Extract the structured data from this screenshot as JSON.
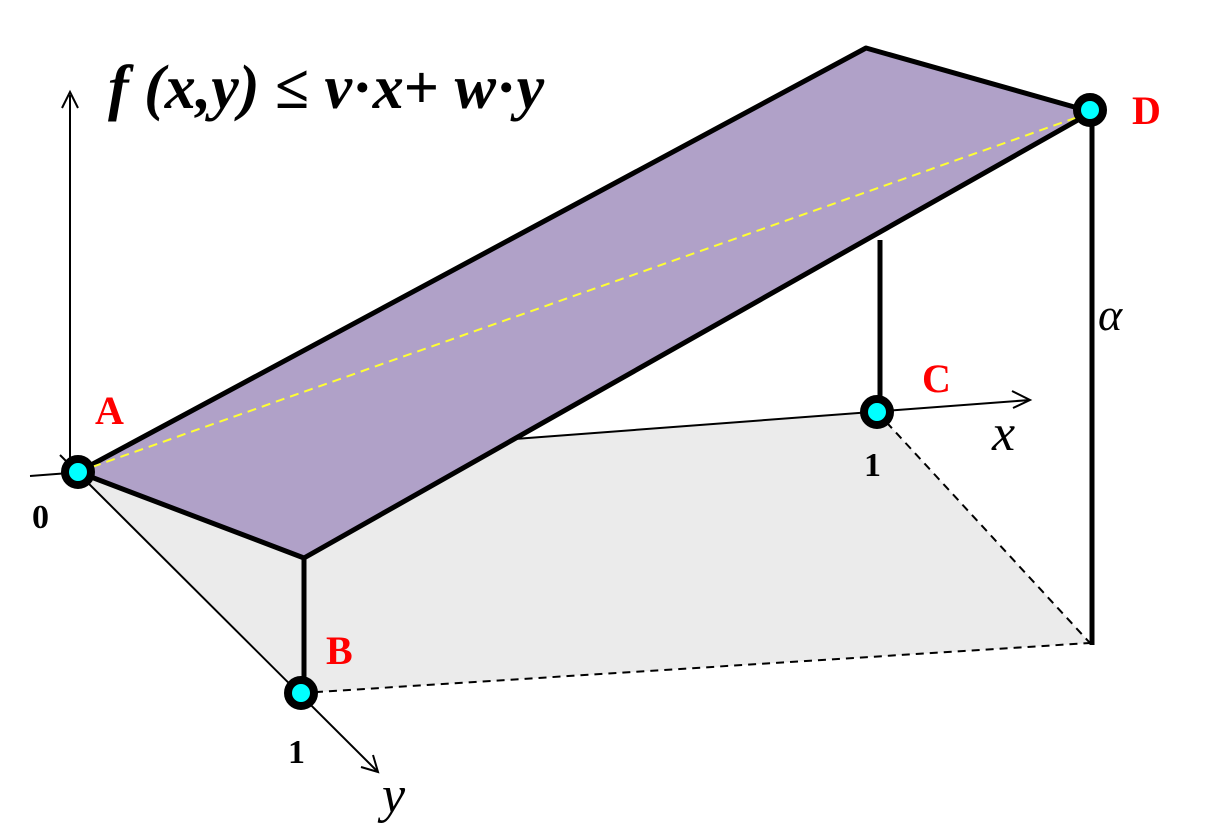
{
  "formula": {
    "f": "f",
    "args": " (x,y)",
    "rel": " ≤ ",
    "v": "v",
    "dot1": "·",
    "x": "x",
    "plus": "+ ",
    "w": "w",
    "dot2": "·",
    "y": "y"
  },
  "points": {
    "A": "A",
    "B": "B",
    "C": "C",
    "D": "D"
  },
  "ticks": {
    "origin": "0",
    "x_one": "1",
    "y_one": "1"
  },
  "axes": {
    "x": "x",
    "y": "y"
  },
  "alpha": "α",
  "colors": {
    "plane_fill": "#b0a1c8",
    "domain_fill": "#ebebeb",
    "point_label": "#ff0000",
    "point_fill": "#00ffff",
    "diagonal": "#ffff33",
    "edge": "#000000"
  }
}
